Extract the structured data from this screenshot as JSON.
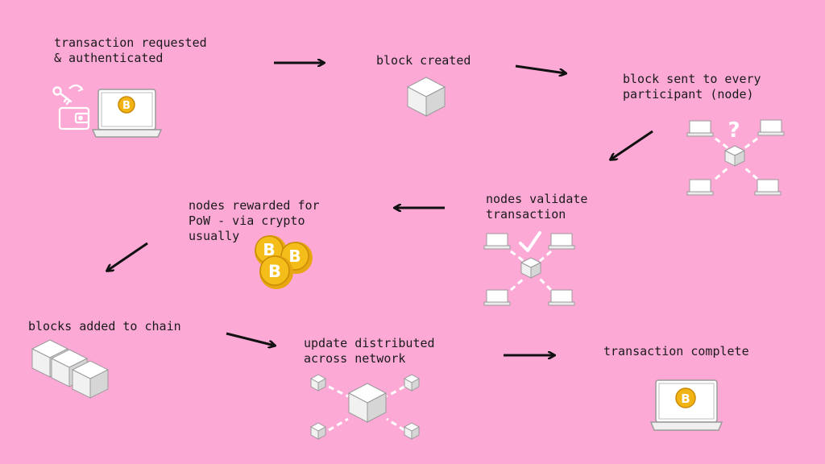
{
  "diagram": {
    "background": "#fca9d6",
    "steps": [
      {
        "label": "transaction requested\n& authenticated"
      },
      {
        "label": "block created"
      },
      {
        "label": "block sent to every\nparticipant (node)"
      },
      {
        "label": "nodes validate\ntransaction"
      },
      {
        "label": "nodes rewarded for\nPoW - via crypto\nusually"
      },
      {
        "label": "blocks added to chain"
      },
      {
        "label": "update distributed\nacross network"
      },
      {
        "label": "transaction complete"
      }
    ],
    "icons": [
      "key-icon",
      "wallet-icon",
      "laptop-bitcoin-icon",
      "cube-icon",
      "node-network-icon",
      "question-mark-icon",
      "checkmark-icon",
      "bitcoin-coins-icon",
      "block-chain-icon"
    ],
    "accent_colors": {
      "coin": "#f2b415",
      "arrow": "#111111",
      "node_white": "#ffffff"
    }
  }
}
